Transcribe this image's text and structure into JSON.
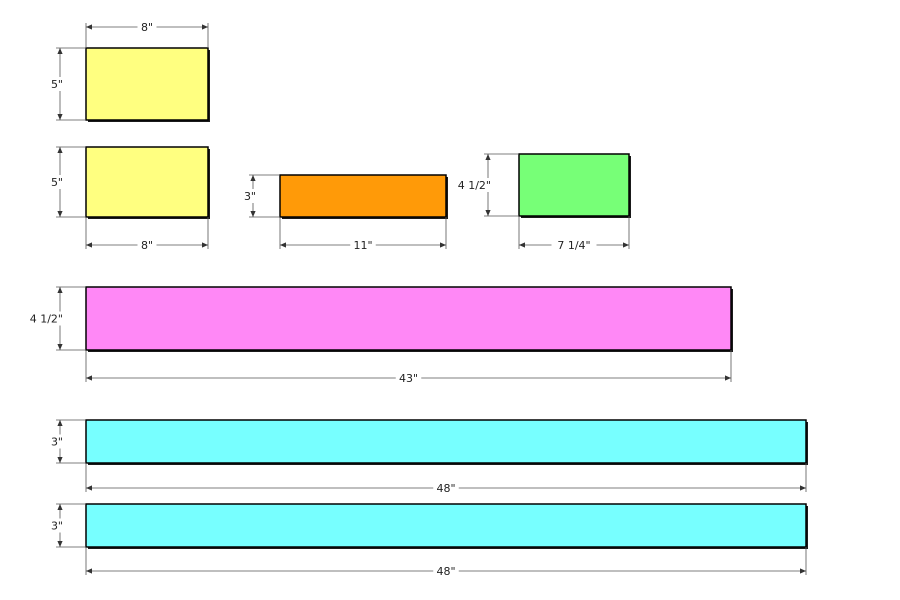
{
  "colors": {
    "yellow": "#ffff80",
    "orange": "#ff9a08",
    "green": "#77ff77",
    "pink": "#ff88f6",
    "cyan": "#77ffff"
  },
  "boards": [
    {
      "id": "yellow-board-top",
      "color_key": "yellow",
      "width_label": "8\"",
      "height_label": "5\""
    },
    {
      "id": "yellow-board-bottom",
      "color_key": "yellow",
      "width_label": "8\"",
      "height_label": "5\""
    },
    {
      "id": "orange-board",
      "color_key": "orange",
      "width_label": "11\"",
      "height_label": "3\""
    },
    {
      "id": "green-board",
      "color_key": "green",
      "width_label": "7 1/4\"",
      "height_label": "4 1/2\""
    },
    {
      "id": "pink-board",
      "color_key": "pink",
      "width_label": "43\"",
      "height_label": "4 1/2\""
    },
    {
      "id": "cyan-board-top",
      "color_key": "cyan",
      "width_label": "48\"",
      "height_label": "3\""
    },
    {
      "id": "cyan-board-bottom",
      "color_key": "cyan",
      "width_label": "48\"",
      "height_label": "3\""
    }
  ]
}
